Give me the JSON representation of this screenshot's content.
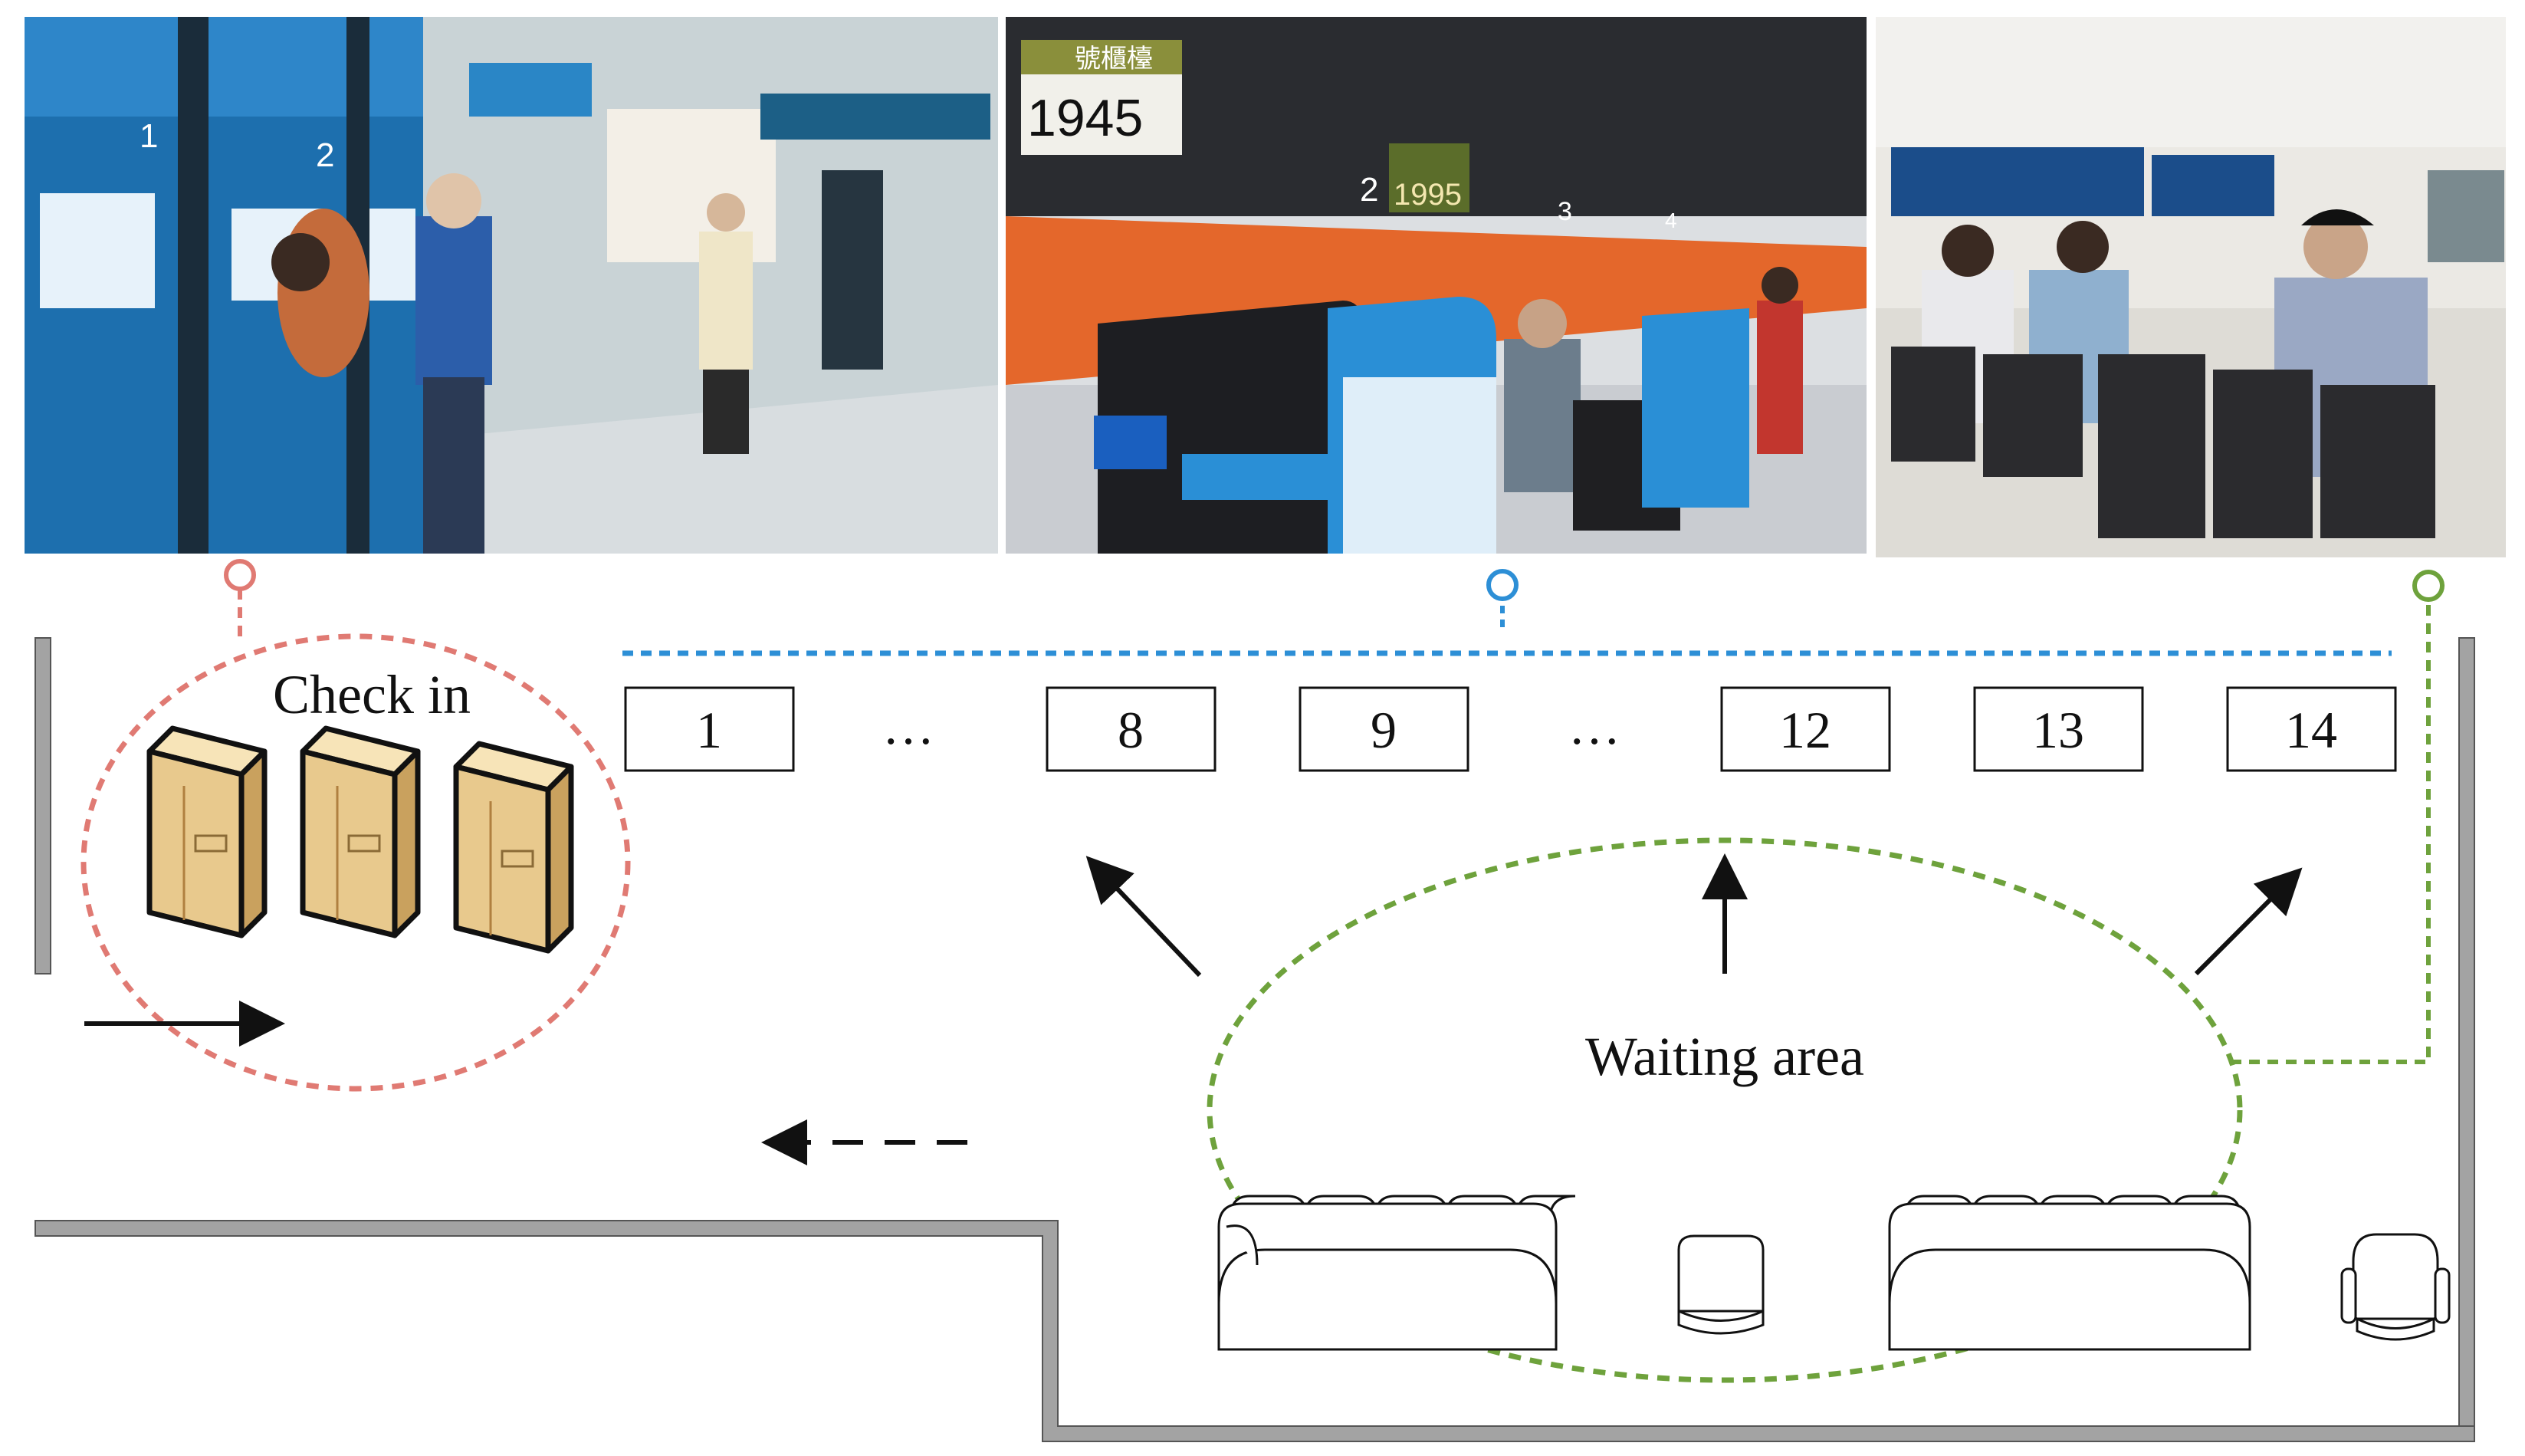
{
  "title": "",
  "photos": [
    {
      "sign_1": "1",
      "sign_2": "2"
    },
    {
      "counter_sign": "號櫃檯",
      "counter_1_number": "1945",
      "counter_2_label": "2",
      "counter_2_number": "1995",
      "counter_3_label": "3",
      "counter_4_label": "4"
    },
    {}
  ],
  "diagram": {
    "check_in_label": "Check in",
    "waiting_area_label": "Waiting area",
    "counters": [
      "1",
      "8",
      "9",
      "12",
      "13",
      "14"
    ],
    "ellipses": [
      "…",
      "…"
    ]
  },
  "colors": {
    "check_in": "#e07a73",
    "counters_line": "#2d8fd6",
    "waiting_area": "#6ea23c",
    "wall": "#9a9a9a"
  }
}
